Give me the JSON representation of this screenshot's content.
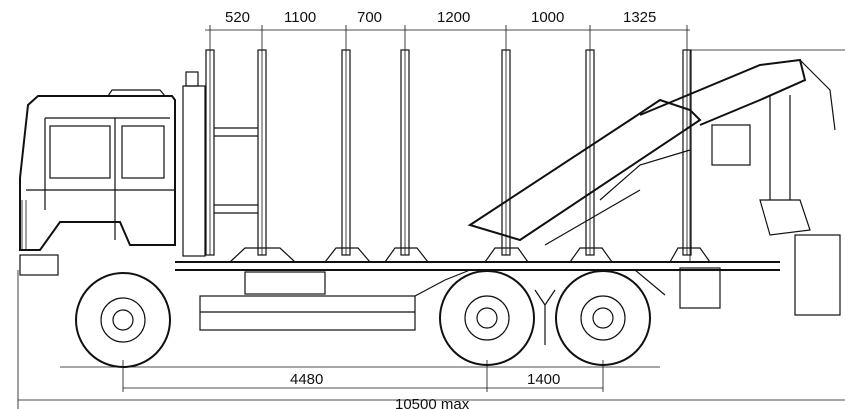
{
  "top_dimensions": [
    "520",
    "1100",
    "700",
    "1200",
    "1000",
    "1325"
  ],
  "bottom_dimensions": {
    "wheelbase": "4480",
    "tandem": "1400",
    "overall": "10500 max"
  }
}
